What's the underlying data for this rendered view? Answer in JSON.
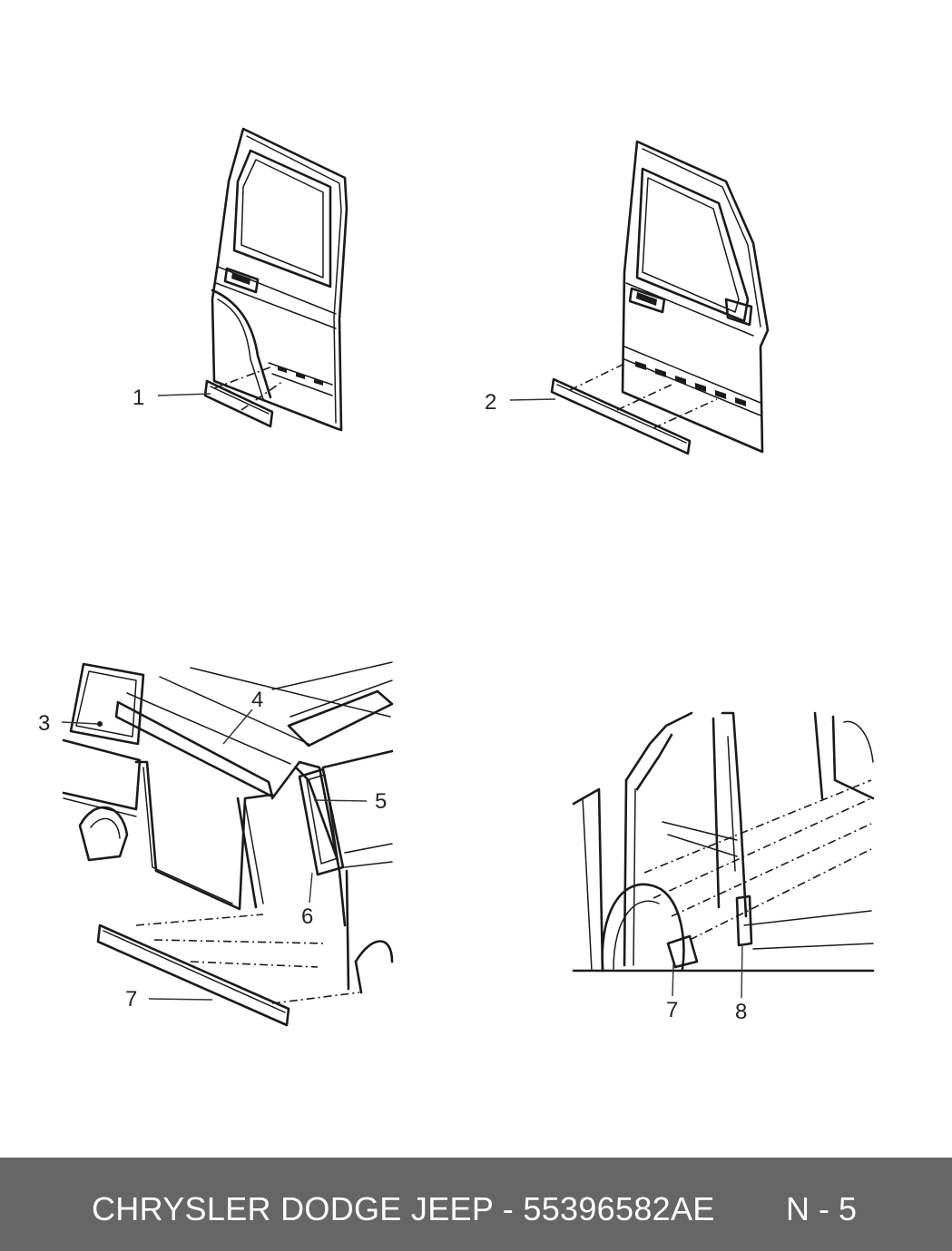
{
  "diagram": {
    "callouts": [
      "1",
      "2",
      "3",
      "4",
      "5",
      "6",
      "7",
      "7",
      "8"
    ]
  },
  "footer": {
    "title": "CHRYSLER DODGE JEEP - 55396582AE",
    "page": "N - 5",
    "background": "#666666",
    "text_color": "#ffffff"
  }
}
